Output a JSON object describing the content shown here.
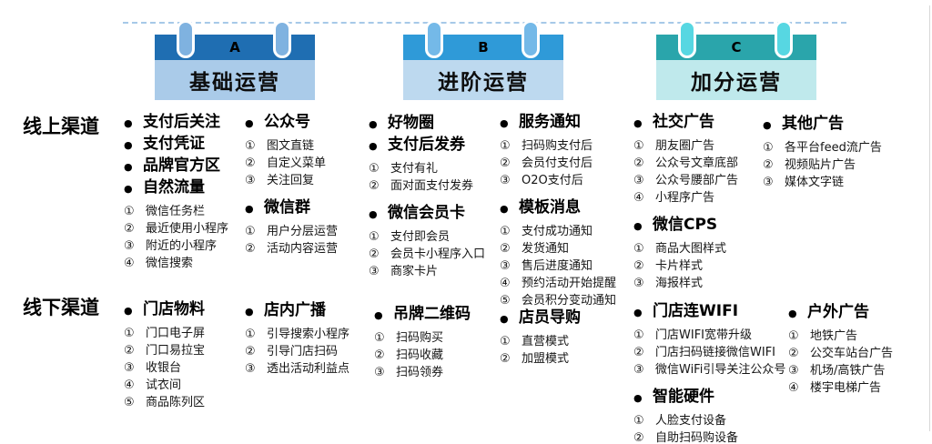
{
  "timeline": {
    "dashed_line_color": "#a6c9e8"
  },
  "banners": [
    {
      "tag": "A",
      "title": "基础运营",
      "header_color": "#1f6eb2",
      "body_color": "#aacbe9",
      "pin_color": "#7fb2e0"
    },
    {
      "tag": "B",
      "title": "进阶运营",
      "header_color": "#2f9ad8",
      "body_color": "#bdd9ef",
      "pin_color": "#74b9e8"
    },
    {
      "tag": "C",
      "title": "加分运营",
      "header_color": "#2aa5ab",
      "body_color": "#bfe9ec",
      "pin_color": "#57d7e2"
    }
  ],
  "rows": [
    {
      "label": "线上渠道",
      "columns": [
        {
          "sections": [
            {
              "titles": [
                "支付后关注",
                "支付凭证",
                "品牌官方区",
                "自然流量"
              ],
              "items": [
                "微信任务栏",
                "最近使用小程序",
                "附近的小程序",
                "微信搜索"
              ]
            }
          ]
        },
        {
          "sections": [
            {
              "titles": [
                "公众号"
              ],
              "items": [
                "图文直链",
                "自定义菜单",
                "关注回复"
              ]
            },
            {
              "titles": [
                "微信群"
              ],
              "items": [
                "用户分层运营",
                "活动内容运营"
              ]
            }
          ]
        },
        {
          "sections": [
            {
              "titles": [
                "好物圈",
                "支付后发券"
              ],
              "items": [
                "支付有礼",
                "面对面支付发券"
              ]
            },
            {
              "titles": [
                "微信会员卡"
              ],
              "items": [
                "支付即会员",
                "会员卡小程序入口",
                "商家卡片"
              ]
            }
          ]
        },
        {
          "sections": [
            {
              "titles": [
                "服务通知"
              ],
              "items": [
                "扫码购支付后",
                "会员付支付后",
                "O2O支付后"
              ]
            },
            {
              "titles": [
                "模板消息"
              ],
              "items": [
                "支付成功通知",
                "发货通知",
                "售后进度通知",
                "预约活动开始提醒",
                "会员积分变动通知"
              ]
            }
          ]
        },
        {
          "sections": [
            {
              "titles": [
                "社交广告"
              ],
              "items": [
                "朋友圈广告",
                "公众号文章底部",
                "公众号腰部广告",
                "小程序广告"
              ]
            },
            {
              "titles": [
                "微信CPS"
              ],
              "items": [
                "商品大图样式",
                "卡片样式",
                "海报样式"
              ]
            }
          ]
        },
        {
          "sections": [
            {
              "titles": [
                "其他广告"
              ],
              "items": [
                "各平台feed流广告",
                "视频贴片广告",
                "媒体文字链"
              ]
            }
          ]
        }
      ]
    },
    {
      "label": "线下渠道",
      "columns": [
        {
          "sections": [
            {
              "titles": [
                "门店物料"
              ],
              "items": [
                "门口电子屏",
                "门口易拉宝",
                "收银台",
                "试衣间",
                "商品陈列区"
              ]
            }
          ]
        },
        {
          "sections": [
            {
              "titles": [
                "店内广播"
              ],
              "items": [
                "引导搜索小程序",
                "引导门店扫码",
                "透出活动利益点"
              ]
            }
          ]
        },
        {
          "sections": [
            {
              "titles": [
                "吊牌二维码"
              ],
              "items": [
                "扫码购买",
                "扫码收藏",
                "扫码领券"
              ]
            }
          ]
        },
        {
          "sections": [
            {
              "titles": [
                "店员导购"
              ],
              "items": [
                "直营模式",
                "加盟模式"
              ]
            }
          ]
        },
        {
          "sections": [
            {
              "titles": [
                "门店连WIFI"
              ],
              "items": [
                "门店WIFI宽带升级",
                "门店扫码链接微信WIFI",
                "微信WiFi引导关注公众号"
              ]
            },
            {
              "titles": [
                "智能硬件"
              ],
              "items": [
                "人脸支付设备",
                "自助扫码购设备"
              ]
            }
          ]
        },
        {
          "sections": [
            {
              "titles": [
                "户外广告"
              ],
              "items": [
                "地铁广告",
                "公交车站台广告",
                "机场/高铁广告",
                "楼宇电梯广告"
              ]
            }
          ]
        }
      ]
    }
  ]
}
